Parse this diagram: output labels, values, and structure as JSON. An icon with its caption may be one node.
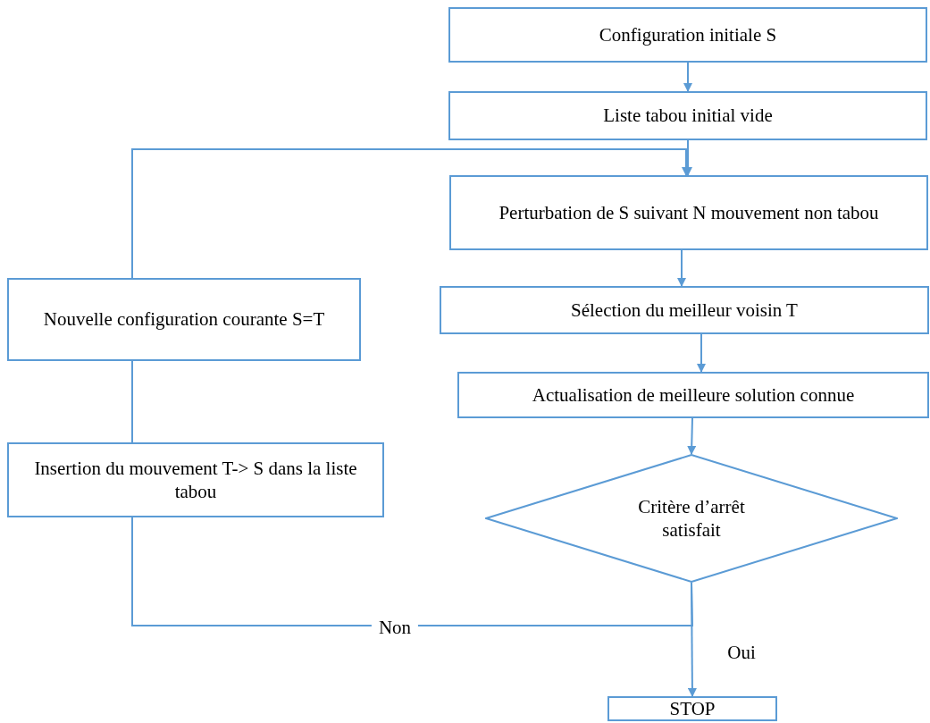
{
  "diagram": {
    "nodes": [
      {
        "text": [
          "Configuration initiale S"
        ]
      },
      {
        "text": [
          "Liste tabou initial vide"
        ]
      },
      {
        "text": [
          "Perturbation de S suivant N mouvement non tabou"
        ]
      },
      {
        "text": [
          "Sélection du meilleur voisin T"
        ]
      },
      {
        "text": [
          "Actualisation de meilleure solution connue"
        ]
      },
      {
        "text": [
          "Critère d’arrêt satisfait"
        ]
      },
      {
        "text": [
          "STOP"
        ]
      },
      {
        "text": [
          "Nouvelle configuration courante S=T"
        ]
      },
      {
        "text": [
          "Insertion du mouvement T-> S dans la liste tabou"
        ]
      }
    ],
    "edges": [
      {
        "from": 0,
        "to": 1,
        "arrow": "to"
      },
      {
        "from": 1,
        "to": 2,
        "arrow": "to"
      },
      {
        "from": 2,
        "to": 3,
        "arrow": "to"
      },
      {
        "from": 3,
        "to": 4,
        "arrow": "to"
      },
      {
        "from": 4,
        "to": 5,
        "arrow": "to"
      },
      {
        "from": 5,
        "to": 6,
        "arrow": "to",
        "label": "Oui"
      },
      {
        "from": 5,
        "to": 8,
        "arrow": "none",
        "label": "Non"
      },
      {
        "from": 8,
        "to": 7,
        "arrow": "none"
      },
      {
        "from": 7,
        "to": 2,
        "arrow": "to"
      }
    ]
  }
}
